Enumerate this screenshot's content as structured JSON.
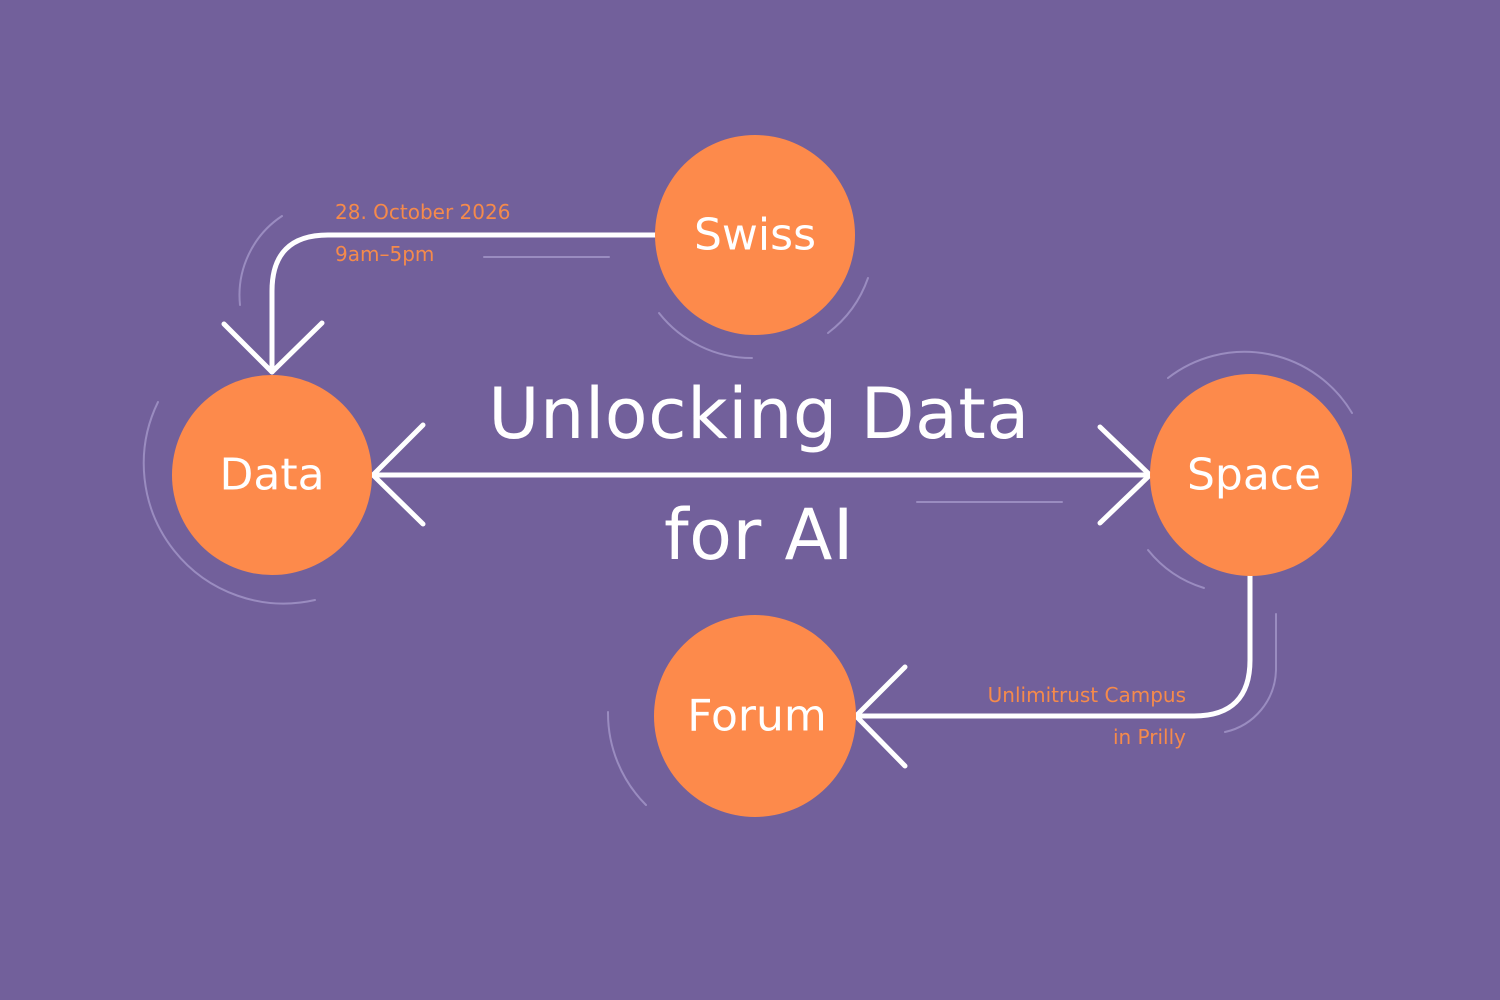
{
  "colors": {
    "background": "#72609b",
    "node_fill": "#fd8a4b",
    "accent_text": "#f58a4b",
    "line": "#ffffff",
    "decoration": "#9a8cc0"
  },
  "title": {
    "line1": "Unlocking Data",
    "line2": "for AI"
  },
  "nodes": {
    "swiss": {
      "label": "Swiss"
    },
    "data": {
      "label": "Data"
    },
    "space": {
      "label": "Space"
    },
    "forum": {
      "label": "Forum"
    }
  },
  "event": {
    "date": "28. October 2026",
    "time": "9am–5pm",
    "venue_line1": "Unlimitrust Campus",
    "venue_line2": "in Prilly"
  },
  "edges": [
    {
      "from": "Swiss",
      "to": "Data",
      "direction": "one-way"
    },
    {
      "from": "Data",
      "to": "Space",
      "direction": "two-way"
    },
    {
      "from": "Space",
      "to": "Forum",
      "direction": "one-way"
    }
  ]
}
